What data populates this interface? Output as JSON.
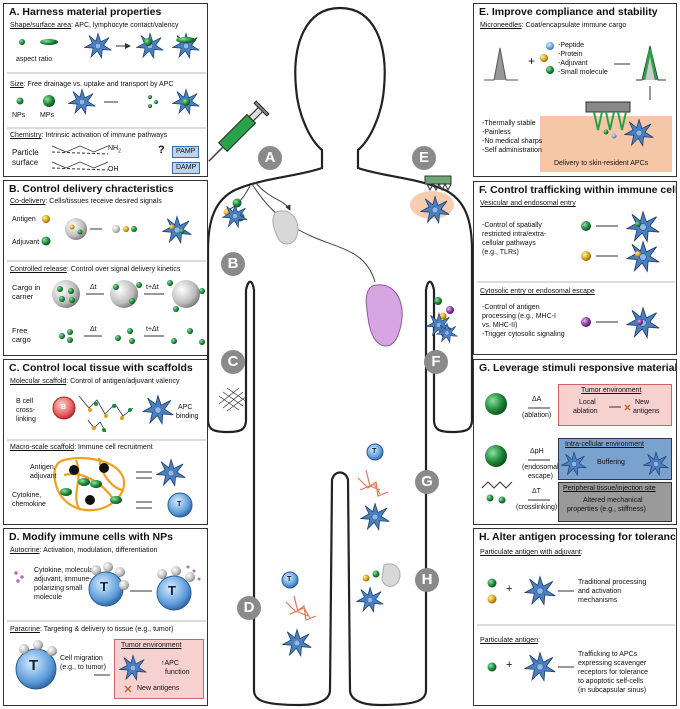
{
  "panels": {
    "A": {
      "title": "A. Harness material properties",
      "shape_u": "Shape/surface area",
      "shape_t": ": APC, lymphocyte contact/valency",
      "aspect": "aspect ratio",
      "size_u": "Size",
      "size_t": ": Free drainage vs. uptake and transport by APC",
      "nps": "NPs",
      "mps": "MPs",
      "chem_u": "Chemistry",
      "chem_t": ": Intrinsic activation of immune pathways",
      "particle": "Particle",
      "surface": "surface",
      "nh2": "NH",
      "nh2_sub": "2",
      "oh": "OH",
      "q": "?",
      "pamp": "PAMP",
      "damp": "DAMP"
    },
    "B": {
      "title": "B. Control delivery chracteristics",
      "codel_u": "Co-delivery",
      "codel_t": ": Cells/tissues receive desired signals",
      "antigen": "Antigen",
      "adjuvant": "Adjuvant",
      "cr_u": "Controlled release",
      "cr_t": ": Control over signal delivery kinetics",
      "cargo1": "Cargo in",
      "cargo2": "carrier",
      "dt": "Δt",
      "tdt": "t+Δt",
      "free1": "Free",
      "free2": "cargo"
    },
    "C": {
      "title": "C. Control local tissue with scaffolds",
      "mol_u": "Molecular scaffold",
      "mol_t": ": Control of antigen/adjuvant valency",
      "bcell1": "B cell",
      "bcell2": "cross-",
      "bcell3": "linking",
      "b": "B",
      "apc1": "APC",
      "apc2": "binding",
      "macro_u": "Macro-scale scaffold",
      "macro_t": ": Immune cell recruitment",
      "ag1": "Antigen,",
      "ag2": "adjuvant",
      "cy1": "Cytokine,",
      "cy2": "chemokine",
      "t": "T"
    },
    "D": {
      "title": "D. Modify immune cells with NPs",
      "auto_u": "Autocrine",
      "auto_t": ": Activation, modulation, differentiation",
      "cy1": "Cytokine, molecular",
      "cy2": "adjuvant, immune-",
      "cy3": "polarizing small",
      "cy4": "molecule",
      "para_u": "Paracrine",
      "para_t": ": Targeting & delivery to tissue (e.g., tumor)",
      "mig1": "Cell migration",
      "mig2": "(e.g., to tumor)",
      "tumor": "Tumor environment",
      "apc1": "↑APC",
      "apc2": "function",
      "newag": "New antigens",
      "t": "T"
    },
    "E": {
      "title": "E. Improve compliance and stability",
      "micro_u": "Microneedles",
      "micro_t": ": Coat/encapsulate immune cargo",
      "peptide": "-Peptide",
      "protein": "-Protein",
      "adjuvant": "-Adjuvant",
      "small": "-Small molecule",
      "plus": "+",
      "stable": "-Thermally stable",
      "painless": "-Painless",
      "sharps": "-No medical sharps",
      "selfadmin": "-Self administration",
      "delivery": "Delivery to skin-resident APCs"
    },
    "F": {
      "title": "F. Control trafficking within immune cells",
      "ves_u": "Vesicular and endosomal entry",
      "ctrl1": "-Control of spatially",
      "ctrl2": "restricted intra/extra-",
      "ctrl3": "cellular pathways",
      "ctrl4": "(e.g., TLRs)",
      "cyto_u": "Cytosolic entry or endosomal escape",
      "ag1": "-Control of antigen",
      "ag2": "processing (e.g., MHC-I",
      "ag3": "vs. MHC-II)",
      "ag4": "-Trigger cytosolic signaling"
    },
    "G": {
      "title": "G. Leverage stimuli responsive materials",
      "da": "ΔA",
      "ablation": "(ablation)",
      "tumor": "Tumor environment",
      "local1": "Local",
      "local2": "ablation",
      "new1": "New",
      "new2": "antigens",
      "dph": "ΔpH",
      "endo1": "(endosomal",
      "endo2": "escape)",
      "intra": "Intra-cellular environment",
      "buffering": "Buffering",
      "dt": "ΔT",
      "cross": "(crosslinking)",
      "peri": "Peripheral tissue/injection site",
      "alt1": "Altered mechanical",
      "alt2": "properties (e.g., stiffness)"
    },
    "H": {
      "title": "H. Alter antigen processing for tolerance",
      "pa_u": "Particulate antigen with adjuvant",
      "pa_t": ":",
      "trad1": "Traditional processing",
      "trad2": "and activation",
      "trad3": "mechanisms",
      "plus": "+",
      "pa2_u": "Particulate antigen",
      "pa2_t": ":",
      "traf1": "Trafficking to APCs",
      "traf2": "expressing scavenger",
      "traf3": "receptors for tolerance",
      "traf4": "to apoptotic self-cells",
      "traf5": "(in subcapsular sinus)"
    }
  },
  "body_labels": [
    "A",
    "B",
    "C",
    "D",
    "E",
    "F",
    "G",
    "H"
  ],
  "body_t": "T",
  "colors": {
    "green": "#1e8a3a",
    "gold": "#d8a21a",
    "purple": "#8a3a9a",
    "cell_blue": "#4a7fc0",
    "label_gray": "#8a8a8a",
    "pink_box": "#f7d0d0",
    "blue_box": "#7aa2cf"
  }
}
